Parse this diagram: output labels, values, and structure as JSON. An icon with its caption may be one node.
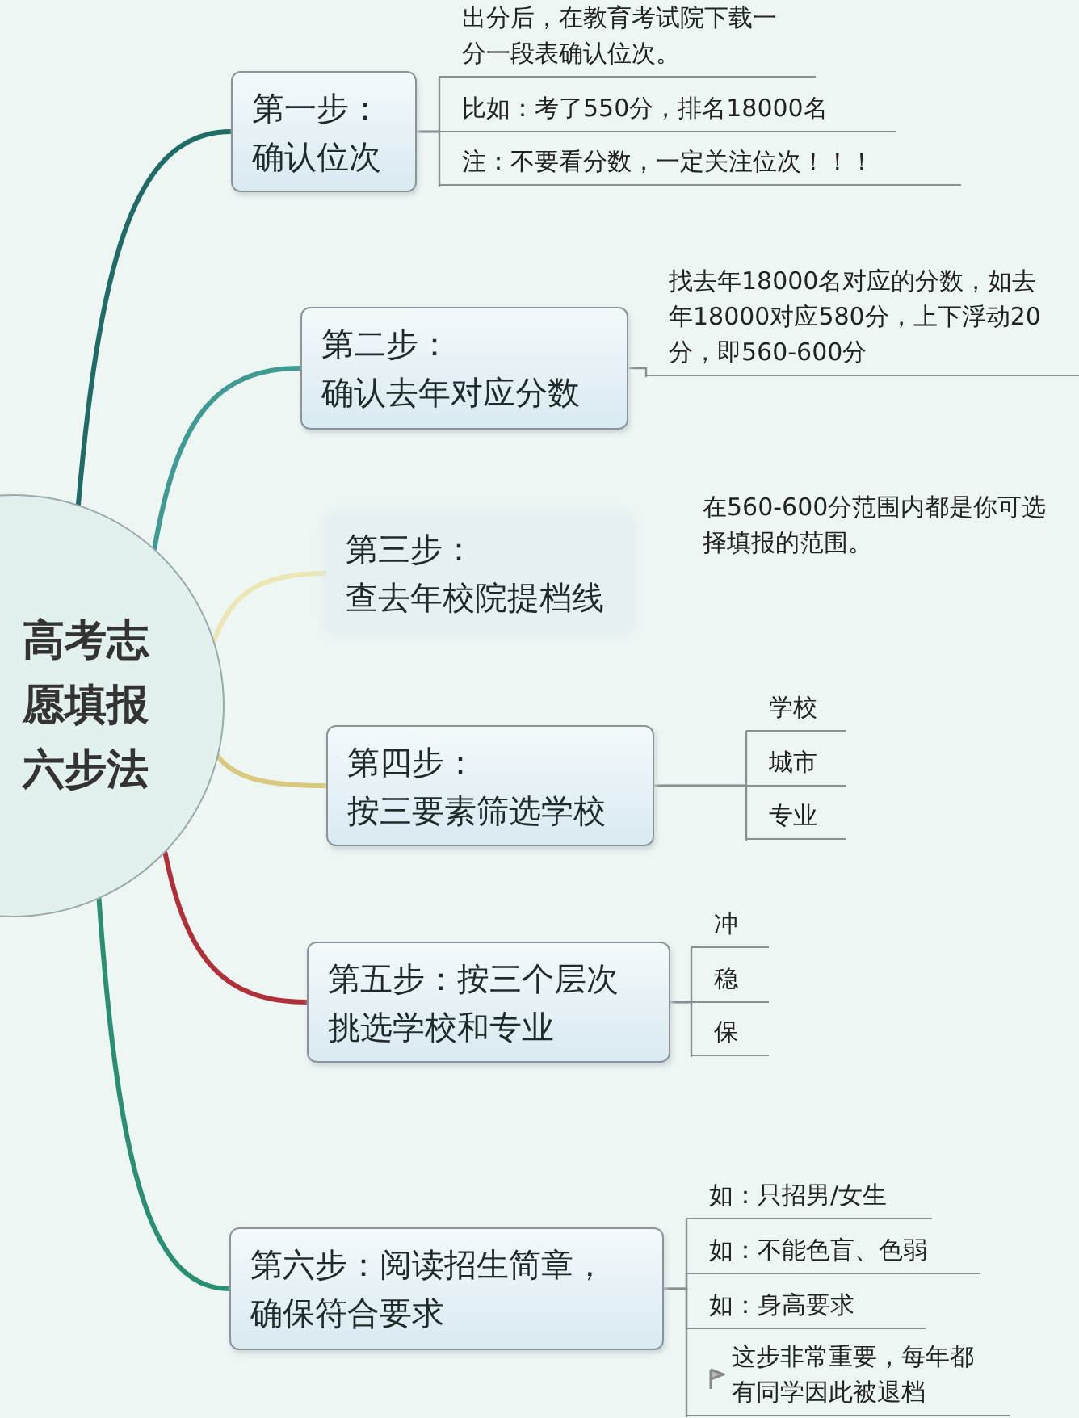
{
  "diagram": {
    "nodes": [
      {
        "text": [
          "高考志愿填报六步法"
        ]
      },
      {
        "text": [
          "第一步：",
          "确认位次"
        ]
      },
      {
        "text": [
          "出分后，在教育考试院下载一分一段表确认位次。"
        ]
      },
      {
        "text": [
          "比如：考了550分，排名18000名"
        ]
      },
      {
        "text": [
          "注：不要看分数，一定关注位次！！！"
        ]
      },
      {
        "text": [
          "第二步：",
          "确认去年对应分数"
        ]
      },
      {
        "text": [
          "找去年18000名对应的分数，如去年18000对应580分，上下浮动20分，即560-600分"
        ]
      },
      {
        "text": [
          "第三步：",
          "查去年校院提档线"
        ],
        "beside": [
          "在560-600分范围内都是你可选择填报的范围。"
        ]
      },
      {
        "text": [
          "第四步：",
          "按三要素筛选学校"
        ]
      },
      {
        "text": [
          "学校"
        ]
      },
      {
        "text": [
          "城市"
        ]
      },
      {
        "text": [
          "专业"
        ]
      },
      {
        "text": [
          "第五步：按三个层次挑选学校和专业"
        ]
      },
      {
        "text": [
          "冲"
        ]
      },
      {
        "text": [
          "稳"
        ]
      },
      {
        "text": [
          "保"
        ]
      },
      {
        "text": [
          "第六步：阅读招生简章，确保符合要求"
        ]
      },
      {
        "text": [
          "如：只招男/女生"
        ]
      },
      {
        "text": [
          "如：不能色盲、色弱"
        ]
      },
      {
        "text": [
          "如：身高要求"
        ]
      },
      {
        "text": [
          "这步非常重要，每年都有同学因此被退档"
        ]
      }
    ],
    "edges": [
      {
        "from": 0,
        "to": 1,
        "arrow": "none",
        "style": "thick",
        "color": "#1f6b66"
      },
      {
        "from": 0,
        "to": 5,
        "arrow": "none",
        "style": "thick",
        "color": "#3f9a93"
      },
      {
        "from": 0,
        "to": 7,
        "arrow": "none",
        "style": "thick",
        "color": "#ece6b4"
      },
      {
        "from": 0,
        "to": 8,
        "arrow": "none",
        "style": "thick",
        "color": "#d9c97e"
      },
      {
        "from": 0,
        "to": 12,
        "arrow": "none",
        "style": "thick",
        "color": "#b0303a"
      },
      {
        "from": 0,
        "to": 16,
        "arrow": "none",
        "style": "thick",
        "color": "#2a8f72"
      },
      {
        "from": 1,
        "to": 2,
        "arrow": "none"
      },
      {
        "from": 1,
        "to": 3,
        "arrow": "none"
      },
      {
        "from": 1,
        "to": 4,
        "arrow": "none"
      },
      {
        "from": 5,
        "to": 6,
        "arrow": "none"
      },
      {
        "from": 8,
        "to": 9,
        "arrow": "none"
      },
      {
        "from": 8,
        "to": 10,
        "arrow": "none"
      },
      {
        "from": 8,
        "to": 11,
        "arrow": "none"
      },
      {
        "from": 12,
        "to": 13,
        "arrow": "none"
      },
      {
        "from": 12,
        "to": 14,
        "arrow": "none"
      },
      {
        "from": 12,
        "to": 15,
        "arrow": "none"
      },
      {
        "from": 16,
        "to": 17,
        "arrow": "none"
      },
      {
        "from": 16,
        "to": 18,
        "arrow": "none"
      },
      {
        "from": 16,
        "to": 19,
        "arrow": "none"
      },
      {
        "from": 16,
        "to": 20,
        "arrow": "none"
      }
    ]
  }
}
